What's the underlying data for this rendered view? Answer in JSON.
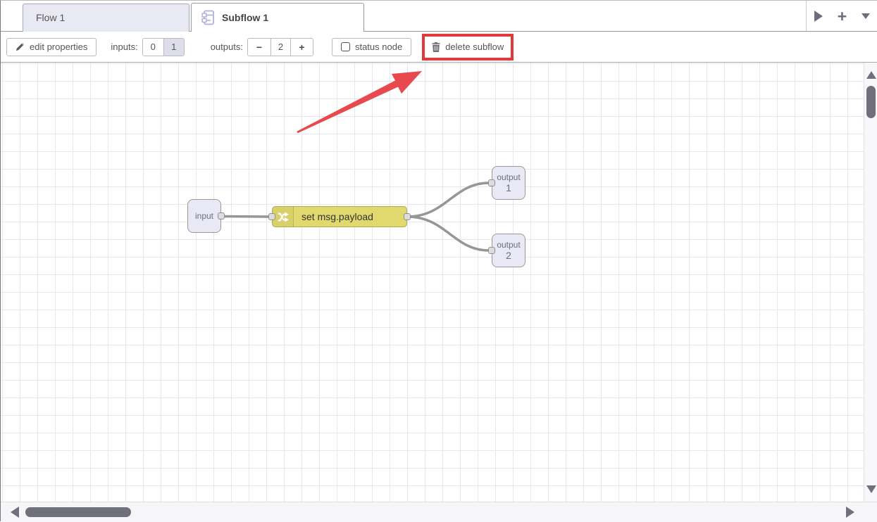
{
  "header": {
    "tabs": [
      {
        "label": "Flow 1",
        "active": false
      },
      {
        "label": "Subflow 1",
        "active": true
      }
    ],
    "add_icon": "+"
  },
  "toolbar": {
    "edit_properties_label": "edit properties",
    "inputs_label": "inputs:",
    "inputs_options": [
      "0",
      "1"
    ],
    "inputs_selected": "1",
    "outputs_label": "outputs:",
    "outputs_minus": "−",
    "outputs_value": "2",
    "outputs_plus": "+",
    "status_node_label": "status node",
    "status_node_checked": false,
    "delete_subflow_label": "delete subflow"
  },
  "canvas": {
    "nodes": [
      {
        "id": "input",
        "type": "subflow-input",
        "label": "input"
      },
      {
        "id": "change",
        "type": "change",
        "label": "set msg.payload"
      },
      {
        "id": "output1",
        "type": "subflow-output",
        "label": "output",
        "number": "1"
      },
      {
        "id": "output2",
        "type": "subflow-output",
        "label": "output",
        "number": "2"
      }
    ],
    "wires": [
      {
        "from": "input",
        "to": "change"
      },
      {
        "from": "change",
        "to": "output1"
      },
      {
        "from": "change",
        "to": "output2"
      }
    ]
  },
  "colors": {
    "change_node_fill": "#e2d96e",
    "node_fill": "#e9e9f5",
    "wire": "#969696",
    "grid_line": "#e7e7f3",
    "highlight_red": "#e13a3c",
    "arrow_red": "#e8494e",
    "inactive_tab_fill": "#e9e9f3"
  }
}
